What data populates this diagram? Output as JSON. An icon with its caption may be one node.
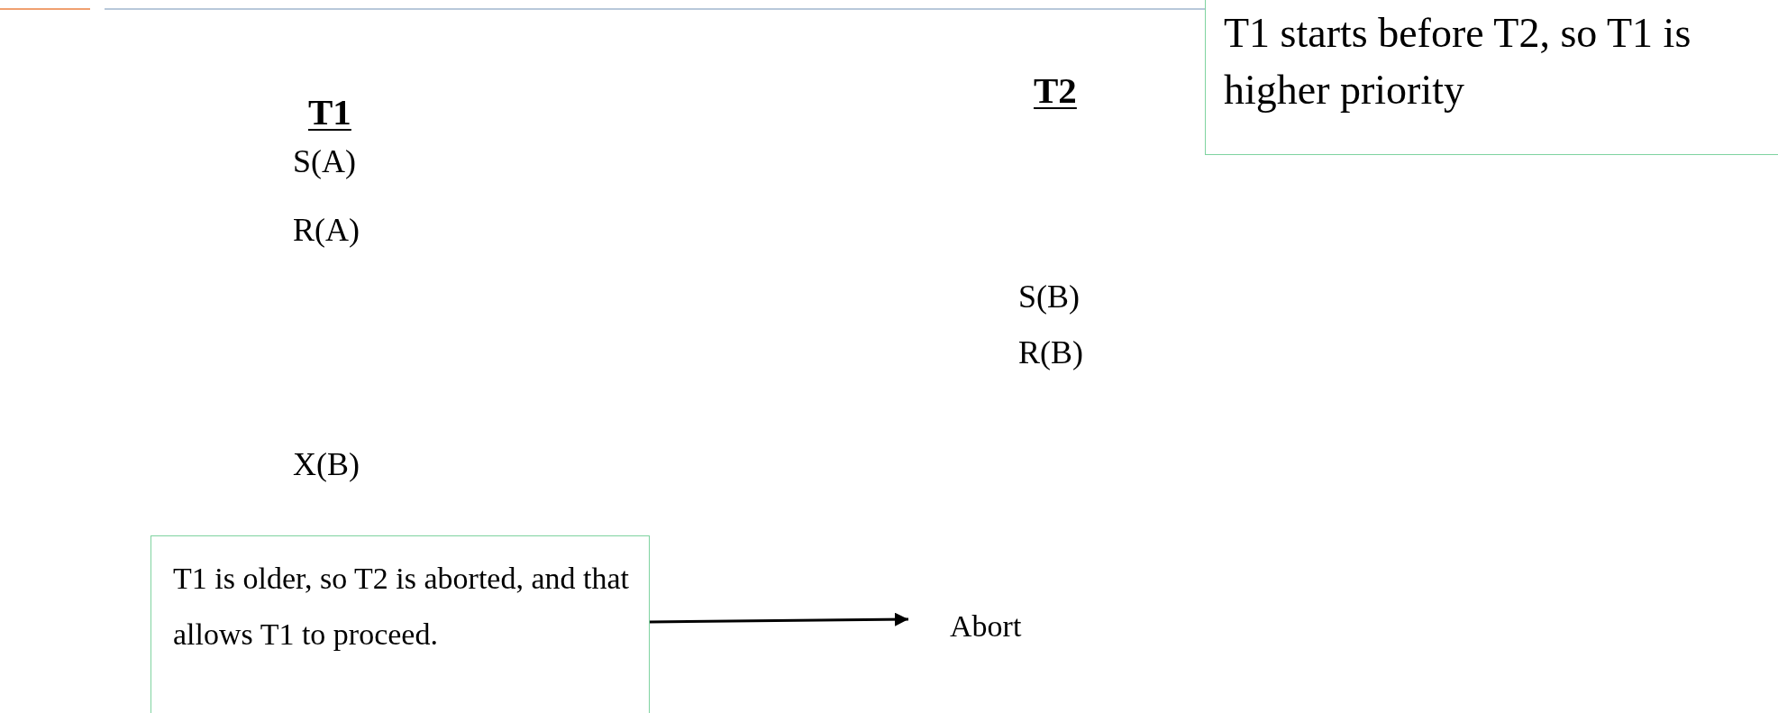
{
  "diagram": {
    "nodes": [
      {
        "text": [
          "T1 starts before T2, so T1 is higher priority"
        ]
      },
      {
        "text": [
          "T1 is older, so T2 is aborted, and that allows T1 to proceed."
        ]
      },
      {
        "text": [
          "Abort"
        ]
      }
    ],
    "edges": [
      {
        "from": 1,
        "to": 2,
        "arrow": "to"
      }
    ],
    "labels": [
      "T1",
      "S(A)",
      "R(A)",
      "T2",
      "S(B)",
      "R(B)",
      "X(B)"
    ]
  }
}
